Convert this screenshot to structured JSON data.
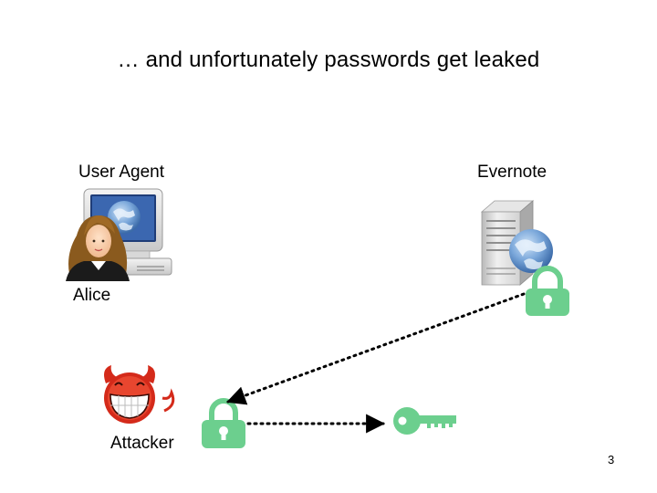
{
  "slide": {
    "title": "… and unfortunately passwords get leaked",
    "page_number": "3"
  },
  "nodes": {
    "user_agent_label": "User Agent",
    "alice_label": "Alice",
    "evernote_label": "Evernote",
    "attacker_label": "Attacker"
  },
  "icons": {
    "user_agent": "computer-with-globe-icon",
    "alice": "woman-avatar-icon",
    "evernote": "server-with-globe-icon",
    "attacker": "grinning-devil-icon",
    "lock": "padlock-icon",
    "key": "key-icon"
  },
  "colors": {
    "lock_green": "#6ccf8e",
    "globe_blue": "#4a7fc1",
    "devil_red": "#d42a1a"
  }
}
